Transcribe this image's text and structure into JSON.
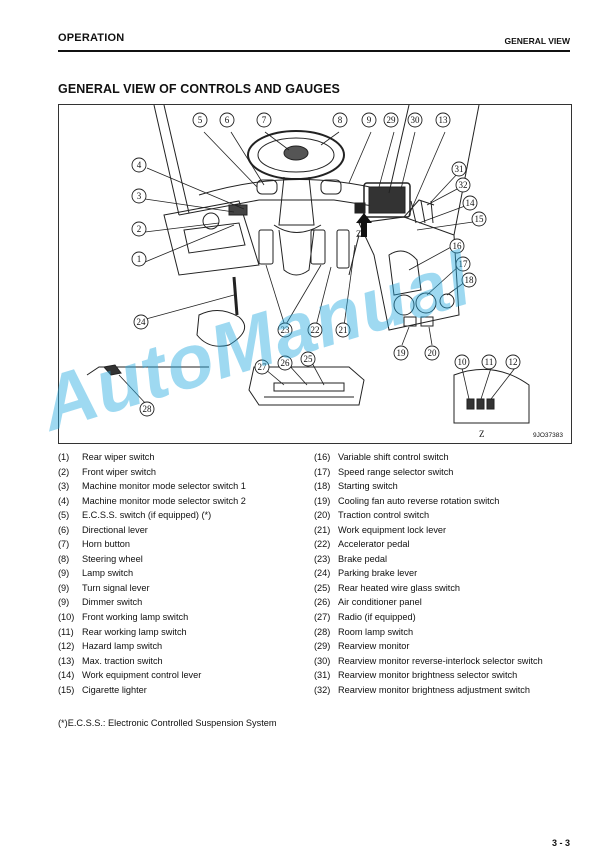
{
  "header": {
    "section": "OPERATION",
    "section_right": "GENERAL VIEW"
  },
  "title": "GENERAL VIEW OF CONTROLS AND GAUGES",
  "figure": {
    "id": "9JO37383",
    "callouts": [
      "1",
      "2",
      "3",
      "4",
      "5",
      "6",
      "7",
      "8",
      "9",
      "29",
      "30",
      "13",
      "31",
      "32",
      "14",
      "15",
      "16",
      "17",
      "18",
      "19",
      "20",
      "21",
      "22",
      "23",
      "24",
      "25",
      "26",
      "27",
      "28",
      "10",
      "11",
      "12"
    ],
    "detail_label": "Z",
    "arrow_label": "Z"
  },
  "items_left": [
    {
      "num": "(1)",
      "label": "Rear wiper switch"
    },
    {
      "num": "(2)",
      "label": "Front wiper switch"
    },
    {
      "num": "(3)",
      "label": "Machine monitor mode selector switch 1"
    },
    {
      "num": "(4)",
      "label": "Machine monitor mode selector switch 2"
    },
    {
      "num": "(5)",
      "label": "E.C.S.S. switch (if equipped) (*)"
    },
    {
      "num": "(6)",
      "label": "Directional lever"
    },
    {
      "num": "(7)",
      "label": "Horn button"
    },
    {
      "num": "(8)",
      "label": "Steering wheel"
    },
    {
      "num": "(9)",
      "label": "Lamp switch"
    },
    {
      "num": "(9)",
      "label": "Turn signal lever"
    },
    {
      "num": "(9)",
      "label": "Dimmer switch"
    },
    {
      "num": "(10)",
      "label": "Front working lamp switch"
    },
    {
      "num": "(11)",
      "label": "Rear working lamp switch"
    },
    {
      "num": "(12)",
      "label": "Hazard lamp switch"
    },
    {
      "num": "(13)",
      "label": "Max. traction switch"
    },
    {
      "num": "(14)",
      "label": "Work equipment control lever"
    },
    {
      "num": "(15)",
      "label": "Cigarette lighter"
    }
  ],
  "items_right": [
    {
      "num": "(16)",
      "label": "Variable shift control switch"
    },
    {
      "num": "(17)",
      "label": "Speed range selector switch"
    },
    {
      "num": "(18)",
      "label": "Starting switch"
    },
    {
      "num": "(19)",
      "label": "Cooling fan auto reverse rotation switch"
    },
    {
      "num": "(20)",
      "label": "Traction control switch"
    },
    {
      "num": "(21)",
      "label": "Work equipment lock lever"
    },
    {
      "num": "(22)",
      "label": "Accelerator pedal"
    },
    {
      "num": "(23)",
      "label": "Brake pedal"
    },
    {
      "num": "(24)",
      "label": "Parking brake lever"
    },
    {
      "num": "(25)",
      "label": "Rear heated wire glass switch"
    },
    {
      "num": "(26)",
      "label": "Air conditioner panel"
    },
    {
      "num": "(27)",
      "label": "Radio (if equipped)"
    },
    {
      "num": "(28)",
      "label": "Room lamp switch"
    },
    {
      "num": "(29)",
      "label": "Rearview monitor"
    },
    {
      "num": "(30)",
      "label": "Rearview monitor reverse-interlock selector switch"
    },
    {
      "num": "(31)",
      "label": "Rearview monitor brightness selector switch"
    },
    {
      "num": "(32)",
      "label": "Rearview monitor brightness adjustment switch"
    }
  ],
  "footnote": "(*)E.C.S.S.: Electronic Controlled Suspension System",
  "page_number": "3 - 3",
  "watermark": "AutoManual",
  "colors": {
    "text": "#111111",
    "watermark": "#28aae1"
  }
}
